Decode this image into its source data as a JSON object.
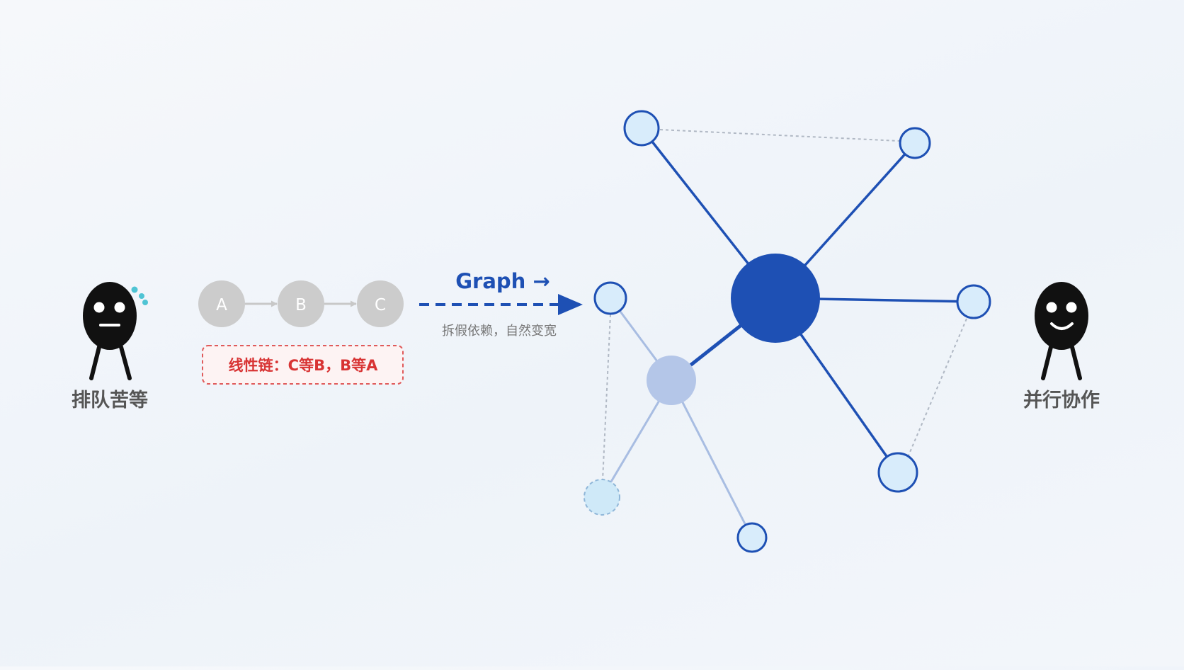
{
  "left_figure": {
    "label": "排队苦等",
    "mood": "sweat-worried-face-icon"
  },
  "right_figure": {
    "label": "并行协作",
    "mood": "smiling-face-icon"
  },
  "linear_chain": {
    "nodes": [
      "A",
      "B",
      "C"
    ],
    "note": "线性链：C等B，B等A"
  },
  "transition": {
    "title": "Graph →",
    "subtitle": "拆假依赖，自然变宽"
  },
  "colors": {
    "accent": "#1e50b4",
    "note_red": "#d83434",
    "chain_gray": "#cccccc",
    "node_fill": "#d8ecfb",
    "figure_black": "#111111",
    "sweat": "#4fc4d4",
    "label_gray": "#555555"
  }
}
